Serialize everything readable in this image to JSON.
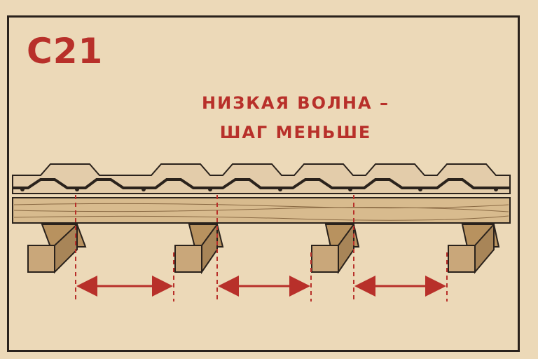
{
  "profile_code": "C21",
  "caption": {
    "line1": "НИЗКАЯ ВОЛНА –",
    "line2": "ШАГ МЕНЬШЕ"
  },
  "colors": {
    "background": "#ecd9b8",
    "accent": "#b8302a",
    "ink": "#2a221c",
    "wood": "#c9a77a"
  }
}
